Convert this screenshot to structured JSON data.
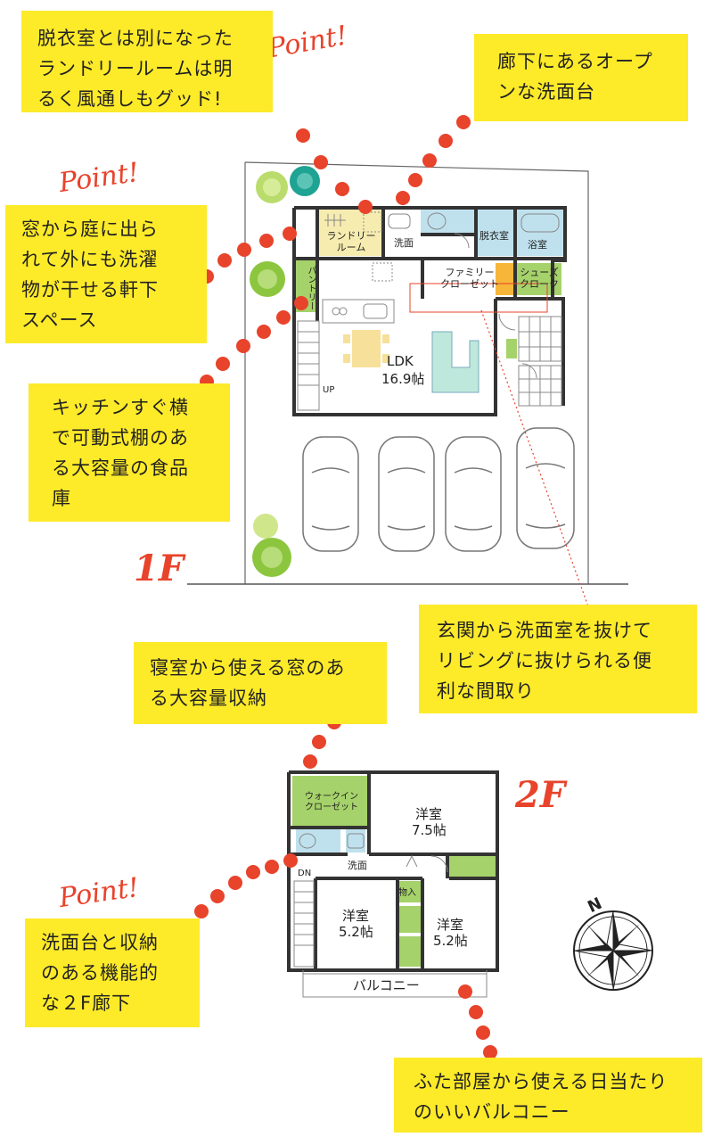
{
  "notes": {
    "laundry": "脱衣室とは別になった\nランドリールームは明\nるく風通しもグッド!",
    "sink": "廊下にあるオープ\nンな洗面台",
    "eaves": "窓から庭に出ら\nれて外にも洗濯\n物が干せる軒下\nスペース",
    "pantry": "キッチンすぐ横\nで可動式棚のあ\nる大容量の食品\n庫",
    "circulation": "玄関から洗面室を抜けて\nリビングに抜けられる便\n利な間取り",
    "closet": "寝室から使える窓のあ\nる大容量収納",
    "hall2f": "洗面台と収納\nのある機能的\nな２F廊下",
    "balcony": "ふた部屋から使える日当たり\nのいいバルコニー"
  },
  "point_label": "Point!",
  "floor1": {
    "label": "1F",
    "rooms": {
      "laundry": "ランドリー\nルーム",
      "washroom": "洗面",
      "dressing": "脱衣室",
      "bath": "浴室",
      "pantry": "パントリー",
      "family_closet": "ファミリー\nクローゼット",
      "shoe_cloak": "シューズ\nクローク",
      "ldk": "LDK",
      "ldk_size": "16.9帖",
      "up": "UP"
    }
  },
  "floor2": {
    "label": "2F",
    "rooms": {
      "walkin": "ウォークイン\nクローゼット",
      "western1": "洋室",
      "western1_size": "7.5帖",
      "washroom": "洗面",
      "dn": "DN",
      "western2": "洋室",
      "western2_size": "5.2帖",
      "storage": "物入",
      "western3": "洋室",
      "western3_size": "5.2帖",
      "balcony": "バルコニー"
    }
  },
  "compass": "N",
  "colors": {
    "accent": "#e8432b",
    "note": "#fdea29",
    "green": "#a5d26a",
    "blue": "#bfe1ee",
    "yellow": "#f7ecb0",
    "orange": "#f6b63a"
  }
}
